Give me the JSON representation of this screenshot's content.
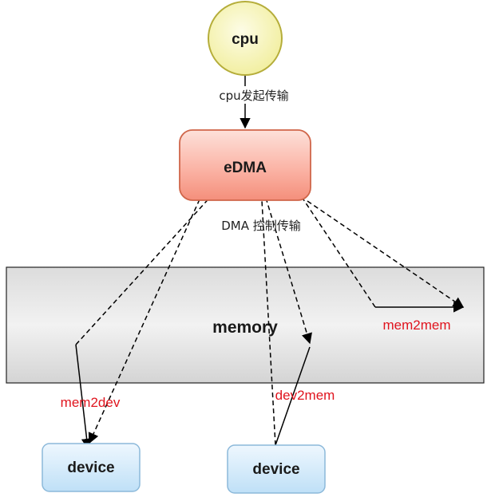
{
  "nodes": {
    "cpu": "cpu",
    "edma": "eDMA",
    "memory": "memory",
    "device_left": "device",
    "device_right": "device"
  },
  "labels": {
    "cpu_initiates": "cpu发起传输",
    "dma_controls": "DMA 控制传输",
    "mem2mem": "mem2mem",
    "mem2dev": "mem2dev",
    "dev2mem": "dev2mem"
  },
  "colors": {
    "cpu_fill": "#f7f5b8",
    "cpu_stroke": "#b5ad3a",
    "edma_fill": "#fbbcb0",
    "edma_stroke": "#d0664a",
    "memory_fill": "#e6e6e6",
    "memory_stroke": "#222222",
    "device_fill": "#d8ecfb",
    "device_stroke": "#8cb9da",
    "accent_text": "#e0141e",
    "line": "#000000"
  }
}
